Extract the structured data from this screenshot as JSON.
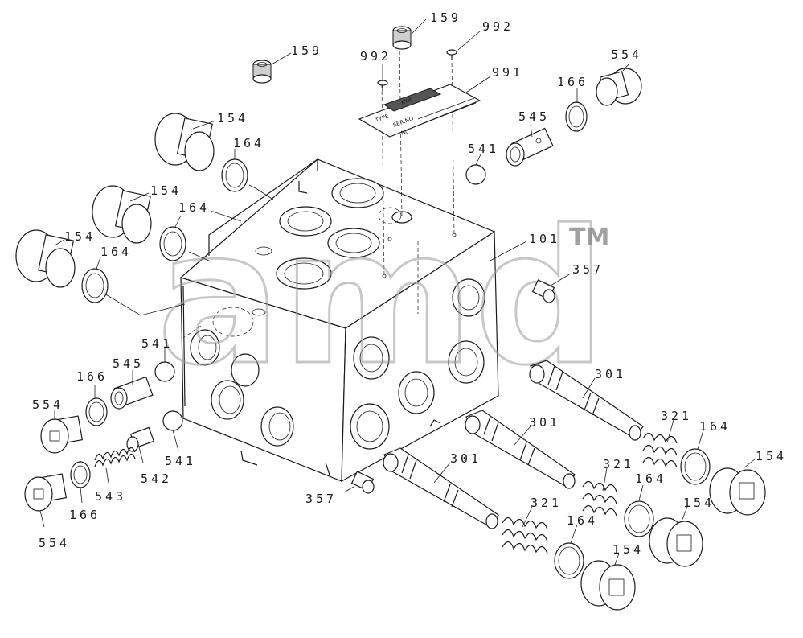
{
  "watermark": {
    "text": "amd",
    "tm": "TM"
  },
  "nameplate": {
    "logo": "KYB",
    "line1": "TYPE",
    "line2": "SER.NO",
    "line3": "No"
  },
  "labels": {
    "l159a": "159",
    "l159b": "159",
    "l992a": "992",
    "l992b": "992",
    "l991": "991",
    "l554a": "554",
    "l166a": "166",
    "l545a": "545",
    "l541a": "541",
    "l154a": "154",
    "l164a": "164",
    "l154b": "154",
    "l164b": "164",
    "l154c": "154",
    "l164c": "164",
    "l101": "101",
    "l357a": "357",
    "l541b": "541",
    "l545b": "545",
    "l166b": "166",
    "l554b": "554",
    "l541c": "541",
    "l542": "542",
    "l543": "543",
    "l166c": "166",
    "l554c": "554",
    "l357b": "357",
    "l301a": "301",
    "l301b": "301",
    "l301c": "301",
    "l321a": "321",
    "l321b": "321",
    "l321c": "321",
    "l164d": "164",
    "l164e": "164",
    "l164f": "164",
    "l154d": "154",
    "l154e": "154",
    "l154f": "154"
  }
}
